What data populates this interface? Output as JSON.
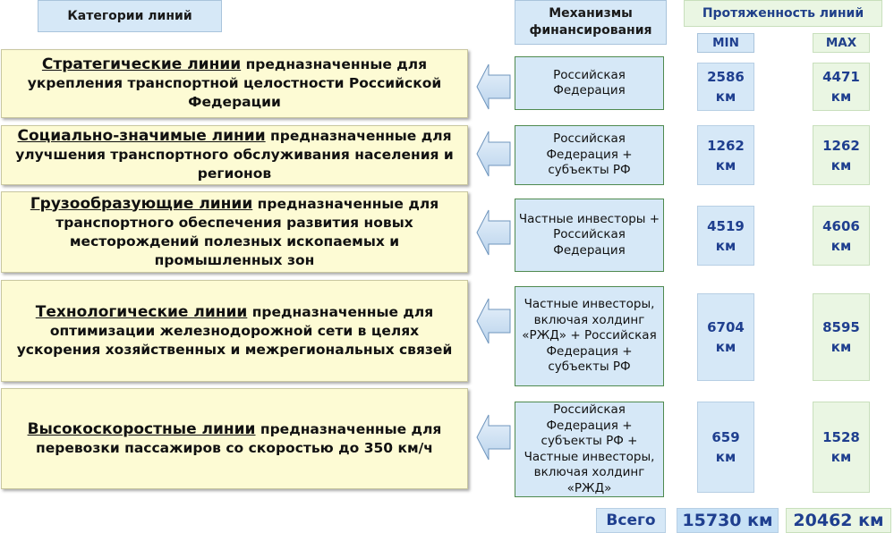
{
  "headers": {
    "categories": "Категории линий",
    "mechanisms": "Механизмы финансирования",
    "length": "Протяженность линий",
    "min": "MIN",
    "max": "MAX"
  },
  "rows": [
    {
      "name": "Стратегические линии",
      "desc": " предназначенные для укрепления транспортной целостности Российской Федерации",
      "mechanism": "Российская Федерация",
      "min": "2586 км",
      "max": "4471 км"
    },
    {
      "name": "Социально-значимые линии",
      "desc": " предназначенные для улучшения транспортного обслуживания населения и регионов",
      "mechanism": "Российская Федерация + субъекты РФ",
      "min": "1262 км",
      "max": "1262 км"
    },
    {
      "name": "Грузообразующие линии",
      "desc": " предназначенные для транспортного  обеспечения развития новых месторождений полезных ископаемых и промышленных зон",
      "mechanism": "Частные инвесторы + Российская Федерация",
      "min": "4519 км",
      "max": "4606 км"
    },
    {
      "name": "Технологические линии",
      "desc": " предназначенные для оптимизации железнодорожной сети в целях ускорения хозяйственных и межрегиональных связей",
      "mechanism": "Частные инвесторы, включая холдинг «РЖД» + Российская Федерация + субъекты РФ",
      "min": "6704 км",
      "max": "8595 км"
    },
    {
      "name": "Высокоскоростные линии",
      "desc": " предназначенные для перевозки пассажиров со скоростью до 350 км/ч",
      "mechanism": "Российская Федерация + субъекты РФ + Частные инвесторы, включая холдинг «РЖД»",
      "min": "659 км",
      "max": "1528 км"
    }
  ],
  "totals": {
    "label": "Всего",
    "min": "15730 км",
    "max": "20462 км"
  },
  "colors": {
    "category_fill": "#fdfbd4",
    "blue_fill": "#d6e8f7",
    "green_fill": "#eaf6e3",
    "value_text": "#1f3f8f"
  }
}
